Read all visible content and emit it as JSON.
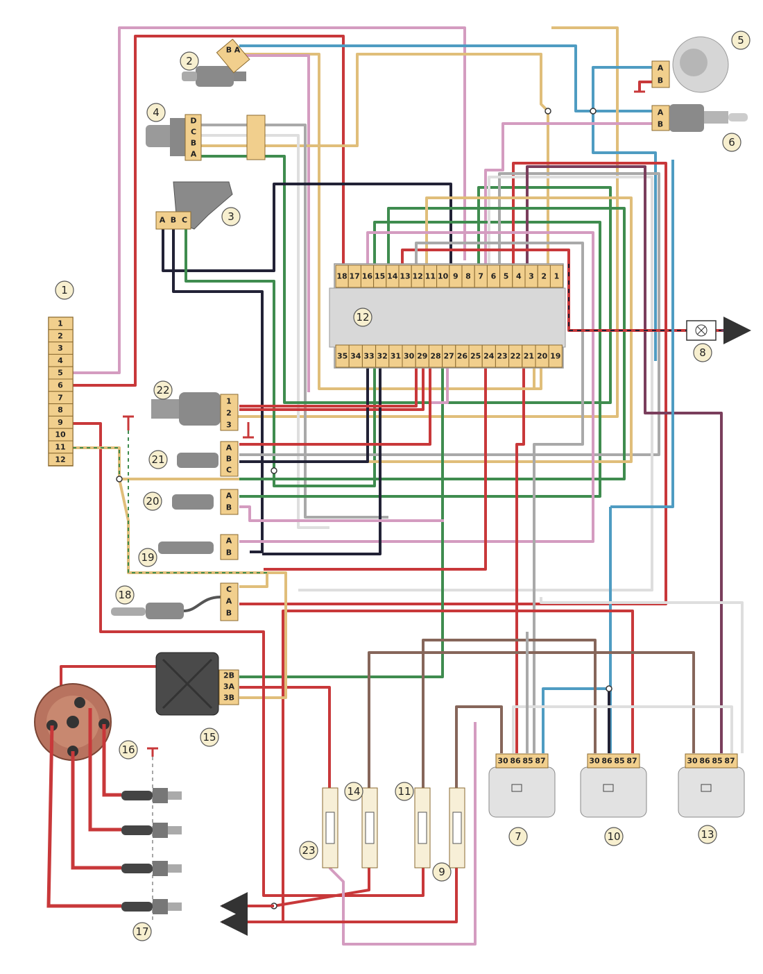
{
  "component_numbers": [
    "1",
    "2",
    "3",
    "4",
    "5",
    "6",
    "7",
    "8",
    "9",
    "10",
    "11",
    "12",
    "13",
    "14",
    "15",
    "16",
    "17",
    "18",
    "19",
    "20",
    "21",
    "22",
    "23"
  ],
  "connector_1_pins": [
    "1",
    "2",
    "3",
    "4",
    "5",
    "6",
    "7",
    "8",
    "9",
    "10",
    "11",
    "12"
  ],
  "ecu_top_pins": [
    "18",
    "17",
    "16",
    "15",
    "14",
    "13",
    "12",
    "11",
    "10",
    "9",
    "8",
    "7",
    "6",
    "5",
    "4",
    "3",
    "2",
    "1"
  ],
  "ecu_bottom_pins": [
    "35",
    "34",
    "33",
    "32",
    "31",
    "30",
    "29",
    "28",
    "27",
    "26",
    "25",
    "24",
    "23",
    "22",
    "21",
    "20",
    "19"
  ],
  "sensor_4_pins": [
    "D",
    "C",
    "B",
    "A"
  ],
  "sensor_3_pins": [
    "A",
    "B",
    "C"
  ],
  "sensor_2_pins": [
    "B",
    "A"
  ],
  "sensor_5_pins": [
    "A",
    "B"
  ],
  "sensor_6_pins": [
    "A",
    "B"
  ],
  "sensor_22_pins": [
    "1",
    "2",
    "3"
  ],
  "sensor_21_pins": [
    "A",
    "B",
    "C"
  ],
  "sensor_20_pins": [
    "A",
    "B"
  ],
  "sensor_19_pins": [
    "A",
    "B"
  ],
  "sensor_18_pins": [
    "C",
    "A",
    "B"
  ],
  "coil_15_pins": [
    "2B",
    "3A",
    "3B"
  ],
  "relay_pins": [
    "30",
    "86",
    "85",
    "87"
  ],
  "colors": {
    "red": "#c8383a",
    "pink": "#d49cc0",
    "blue": "#4f9cc2",
    "yellow": "#e0be7a",
    "green": "#3f8c4f",
    "grey": "#a9a9a9",
    "white": "#dedede",
    "black": "#222236",
    "brown": "#86665a",
    "violet": "#7a3e5c",
    "connector": "#f1cf8d"
  }
}
